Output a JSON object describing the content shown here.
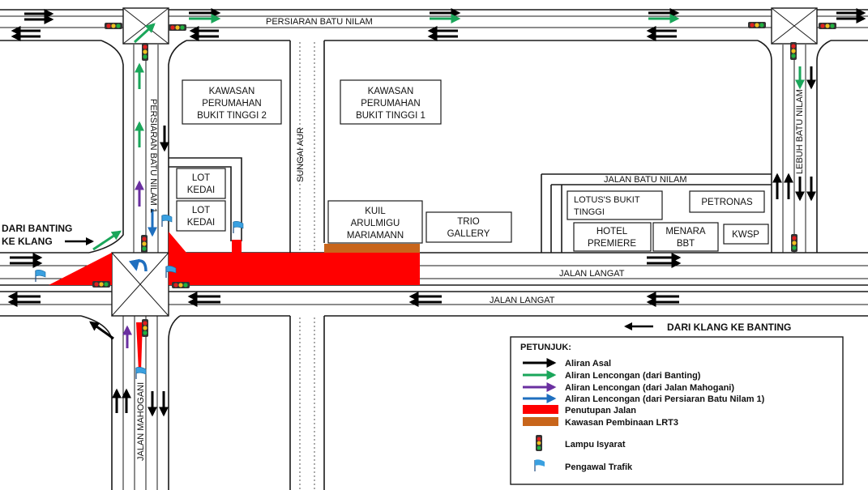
{
  "roads": {
    "persiaran_batu_nilam": "PERSIARAN BATU NILAM",
    "persiaran_batu_nilam_1": "PERSIARAN BATU NILAM 1",
    "sungai_aur": "SUNGAI AUR",
    "lebuh_batu_nilam": "LEBUH BATU NILAM",
    "jalan_batu_nilam": "JALAN BATU NILAM",
    "jalan_langat_1": "JALAN LANGAT",
    "jalan_langat_2": "JALAN LANGAT",
    "jalan_mahogani": "JALAN MAHOGANI"
  },
  "directions": {
    "banting_line1": "DARI BANTING",
    "banting_line2": "KE KLANG",
    "klang": "DARI KLANG KE BANTING"
  },
  "places": {
    "bukit_tinggi_2": [
      "KAWASAN",
      "PERUMAHAN",
      "BUKIT TINGGI 2"
    ],
    "bukit_tinggi_1": [
      "KAWASAN",
      "PERUMAHAN",
      "BUKIT TINGGI 1"
    ],
    "lot_kedai_1": [
      "LOT",
      "KEDAI"
    ],
    "lot_kedai_2": [
      "LOT",
      "KEDAI"
    ],
    "kuil": [
      "KUIL",
      "ARULMIGU",
      "MARIAMANN"
    ],
    "trio": [
      "TRIO",
      "GALLERY"
    ],
    "lotus": [
      "LOTUS'S BUKIT",
      "TINGGI"
    ],
    "petronas": [
      "PETRONAS"
    ],
    "hotel": [
      "HOTEL",
      "PREMIERE"
    ],
    "menara": [
      "MENARA",
      "BBT"
    ],
    "kwsp": [
      "KWSP"
    ]
  },
  "legend": {
    "title": "PETUNJUK:",
    "items": [
      {
        "label": "Aliran Asal",
        "kind": "arrow",
        "color": "#000000"
      },
      {
        "label": "Aliran Lencongan (dari Banting)",
        "kind": "arrow",
        "color": "#1aa65a"
      },
      {
        "label": "Aliran Lencongan (dari Jalan Mahogani)",
        "kind": "arrow",
        "color": "#6a2fa0"
      },
      {
        "label": "Aliran Lencongan (dari Persiaran Batu Nilam 1)",
        "kind": "arrow",
        "color": "#1f6fbf"
      },
      {
        "label": "Penutupan Jalan",
        "kind": "swatch",
        "color": "#ff0000"
      },
      {
        "label": "Kawasan Pembinaan LRT3",
        "kind": "swatch",
        "color": "#c8651b"
      },
      {
        "label": "Lampu Isyarat",
        "kind": "signal"
      },
      {
        "label": "Pengawal Trafik",
        "kind": "flag",
        "color": "#3aa0e0"
      }
    ]
  },
  "colors": {
    "original": "#000000",
    "banting": "#1aa65a",
    "mahogani": "#6a2fa0",
    "batu_nilam_1": "#1f6fbf",
    "closure": "#ff0000",
    "lrt3": "#c8651b",
    "flag": "#3aa0e0"
  }
}
